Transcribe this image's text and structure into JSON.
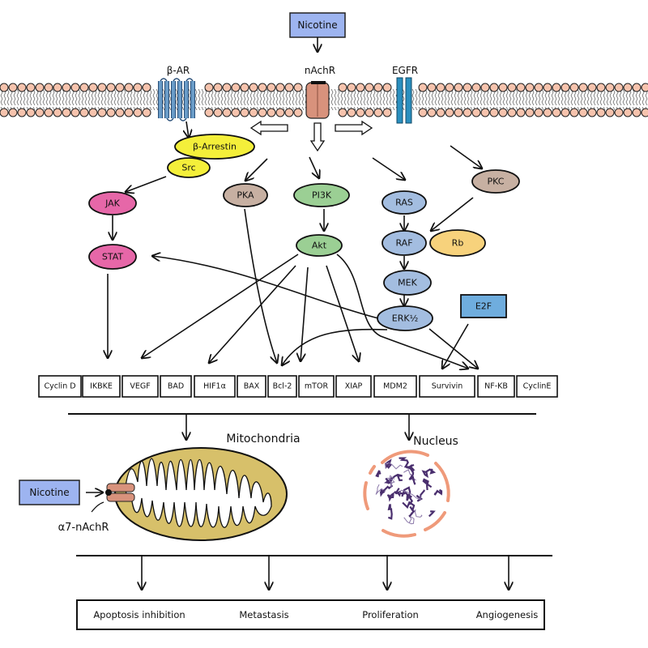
{
  "colors": {
    "nicotine_box": "#9db4f0",
    "receptor_beta_ar": "#6a9cc8",
    "receptor_nachr": "#d8927c",
    "receptor_egfr": "#2a8fbf",
    "membrane_head": "#f6c3ad",
    "beta_arrestin": "#f4ef3a",
    "src": "#f4ef3a",
    "jak_stat": "#e667a8",
    "pka_pkc": "#c7b0a2",
    "pi3k_akt": "#9bcf94",
    "ras_raf_mek_erk": "#a3bde0",
    "rb": "#f7d27c",
    "e2f": "#6fadde",
    "mitochondria": "#d7c06a",
    "nucleus": "#4a2f6e",
    "nucleus_envelope": "#ef9a7a"
  },
  "top_input": {
    "label": "Nicotine"
  },
  "receptors": [
    {
      "id": "beta-ar",
      "label": "β-AR"
    },
    {
      "id": "nachr",
      "label": "nAchR"
    },
    {
      "id": "egfr",
      "label": "EGFR"
    }
  ],
  "nodes": {
    "beta_arrestin": "β-Arrestin",
    "src": "Src",
    "jak": "JAK",
    "stat": "STAT",
    "pka": "PKA",
    "pi3k": "PI3K",
    "akt": "Akt",
    "ras": "RAS",
    "raf": "RAF",
    "mek": "MEK",
    "erk": "ERK½",
    "pkc": "PKC",
    "rb": "Rb",
    "e2f": "E2F"
  },
  "genes": [
    "Cyclin D",
    "IKBKE",
    "VEGF",
    "BAD",
    "HIF1α",
    "BAX",
    "Bcl-2",
    "mTOR",
    "XIAP",
    "MDM2",
    "Survivin",
    "NF-KB",
    "CyclinE"
  ],
  "organelles": {
    "mitochondria": "Mitochondria",
    "nucleus": "Nucleus",
    "mito_input": "Nicotine",
    "mito_receptor": "α7-nAchR"
  },
  "outcomes": [
    "Apoptosis inhibition",
    "Metastasis",
    "Proliferation",
    "Angiogenesis"
  ]
}
